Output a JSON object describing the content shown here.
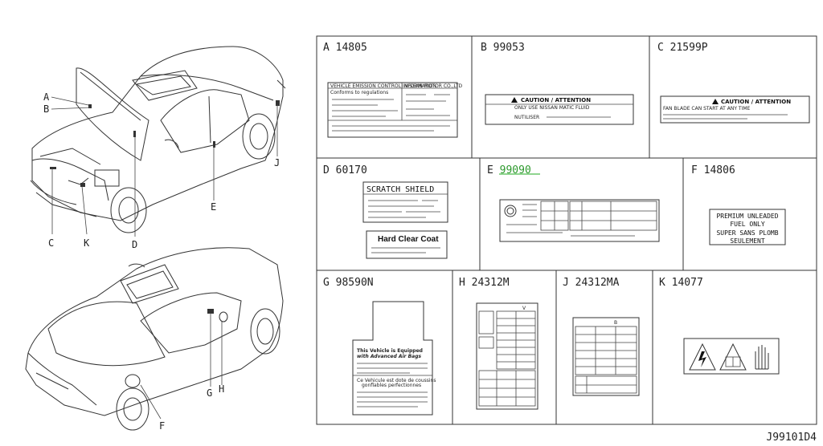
{
  "drawing_id": "J99101D4",
  "callouts": [
    "A",
    "B",
    "C",
    "K",
    "D",
    "E",
    "J",
    "G",
    "H",
    "F"
  ],
  "panels": [
    {
      "letter": "A",
      "part": "14805"
    },
    {
      "letter": "B",
      "part": "99053"
    },
    {
      "letter": "C",
      "part": "21599P"
    },
    {
      "letter": "D",
      "part": "60170"
    },
    {
      "letter": "E",
      "part": "99090",
      "highlight": "#2e9a2e"
    },
    {
      "letter": "F",
      "part": "14806"
    },
    {
      "letter": "G",
      "part": "98590N"
    },
    {
      "letter": "H",
      "part": "24312M"
    },
    {
      "letter": "J",
      "part": "24312MA"
    },
    {
      "letter": "K",
      "part": "14077"
    }
  ],
  "label_text": {
    "a_header_left": "VEHICLE EMISSION CONTROL INFORMATION",
    "a_header_right": "NISSAN MOTOR CO.,LTD",
    "a_row1": "Conforms to regulations",
    "b_caution": "CAUTION / ATTENTION",
    "b_line1": "ONLY USE NISSAN MATIC FLUID",
    "b_line2": "NUTILISER",
    "c_caution": "CAUTION / ATTENTION",
    "c_line1": "FAN BLADE CAN START AT ANY TIME",
    "d_top": "SCRATCH SHIELD",
    "d_bottom": "Hard Clear Coat",
    "f_line1": "PREMIUM UNLEADED",
    "f_line2": "FUEL ONLY",
    "f_line3": "SUPER SANS PLOMB",
    "f_line4": "SEULEMENT",
    "g_line1": "This Vehicle is Equipped",
    "g_line2": "with Advanced Air Bags",
    "g_line3": "Ce Vehicule est dote de coussins",
    "g_line4": "gonflables perfectionnes",
    "h_mark": "V",
    "j_mark": "B"
  }
}
